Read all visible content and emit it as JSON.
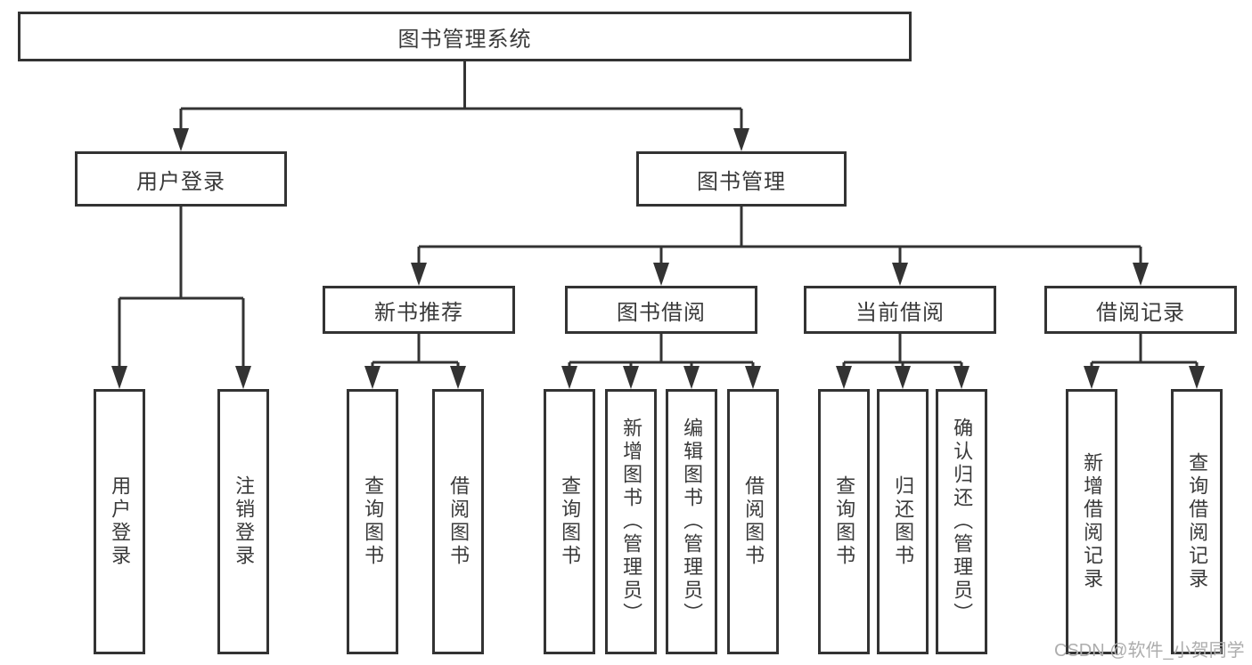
{
  "tree": {
    "root": "图书管理系统",
    "branches": [
      {
        "label": "用户登录",
        "children": [
          "用户登录",
          "注销登录"
        ]
      },
      {
        "label": "图书管理",
        "children": [
          {
            "label": "新书推荐",
            "children": [
              "查询图书",
              "借阅图书"
            ]
          },
          {
            "label": "图书借阅",
            "children": [
              "查询图书",
              "新增图书（管理员）",
              "编辑图书（管理员）",
              "借阅图书"
            ]
          },
          {
            "label": "当前借阅",
            "children": [
              "查询图书",
              "归还图书",
              "确认归还（管理员）"
            ]
          },
          {
            "label": "借阅记录",
            "children": [
              "新增借阅记录",
              "查询借阅记录"
            ]
          }
        ]
      }
    ]
  },
  "watermark": "CSDN @软件_小贺同学",
  "colors": {
    "line": "#333333",
    "text": "#3a3a3a",
    "background": "#ffffff",
    "watermark": "#adadad"
  }
}
